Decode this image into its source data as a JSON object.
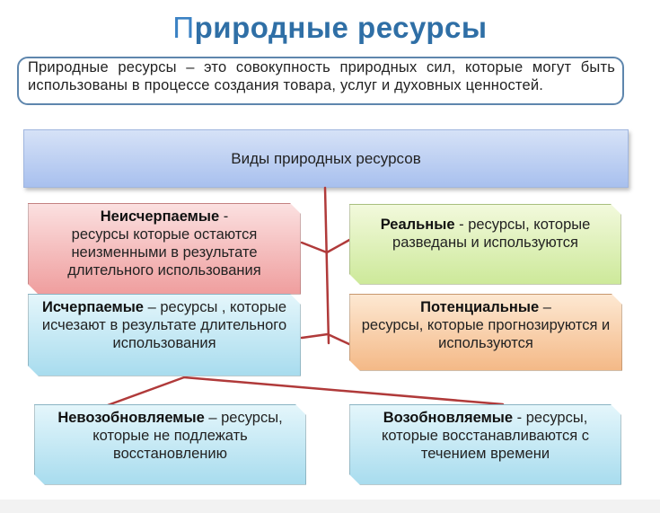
{
  "title_first": "П",
  "title_rest": "риродные ресурсы",
  "definition": "Природные ресурсы – это совокупность природных сил, которые могут быть использованы в процессе создания товара, услуг и духовных ценностей.",
  "main_label": "Виды природных ресурсов",
  "cards": [
    {
      "term": "Неисчерпаемые",
      "dash": " -",
      "desc": "ресурсы которые остаются неизменными в результате длительного использования"
    },
    {
      "term": "Реальные",
      "dash": " -",
      "desc": "ресурсы, которые разведаны и используются"
    },
    {
      "term": "Исчерпаемые",
      "dash": " –",
      "desc": "ресурсы , которые исчезают в результате длительного использования"
    },
    {
      "term": "Потенциальные",
      "dash": " –",
      "desc": "ресурсы, которые прогнозируются и используются"
    },
    {
      "term": "Невозобновляемые",
      "dash": " –",
      "desc": "ресурсы, которые не подлежать восстановлению"
    },
    {
      "term": "Возобновляемые",
      "dash": " -",
      "desc": "ресурсы, которые восстанавливаются с течением времени"
    }
  ],
  "colors": {
    "title": "#2f6fa6",
    "connector": "#b03a3a"
  }
}
